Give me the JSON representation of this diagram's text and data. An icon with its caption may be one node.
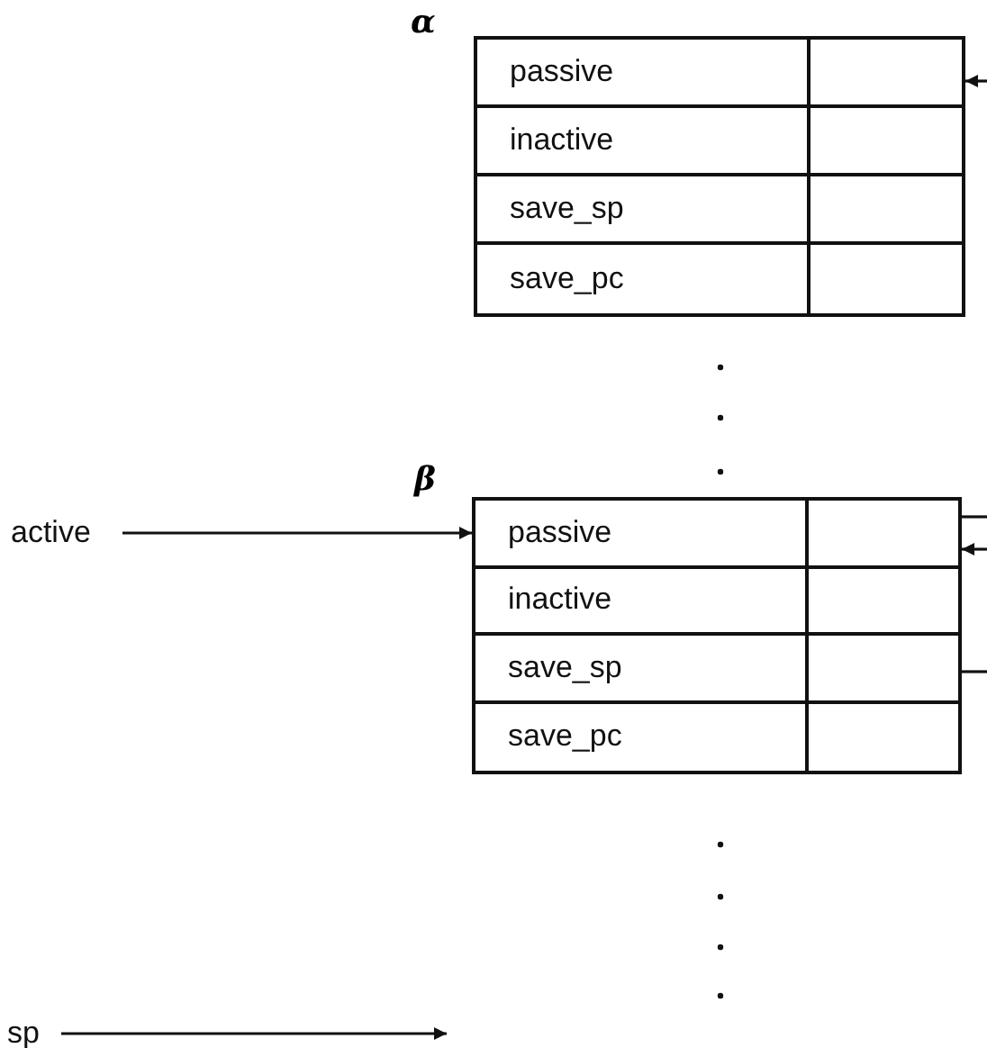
{
  "diagram": {
    "nodes": [
      {
        "text": [],
        "shape": "box",
        "beside": [
          "α"
        ]
      },
      {
        "text": [
          "passive"
        ],
        "in": 0
      },
      {
        "text": [],
        "shape": "box",
        "in": 0
      },
      {
        "text": [
          "inactive"
        ],
        "in": 0
      },
      {
        "text": [],
        "shape": "box",
        "in": 0
      },
      {
        "text": [
          "save_sp"
        ],
        "in": 0
      },
      {
        "text": [],
        "shape": "box",
        "in": 0
      },
      {
        "text": [
          "save_pc"
        ],
        "in": 0
      },
      {
        "text": [],
        "shape": "box",
        "in": 0
      },
      {
        "text": [],
        "shape": "box",
        "beside": [
          "β"
        ]
      },
      {
        "text": [
          "passive"
        ],
        "in": 9
      },
      {
        "text": [],
        "shape": "box",
        "in": 9
      },
      {
        "text": [
          "inactive"
        ],
        "in": 9
      },
      {
        "text": [],
        "shape": "box",
        "in": 9
      },
      {
        "text": [
          "save_sp"
        ],
        "in": 9
      },
      {
        "text": [],
        "shape": "box",
        "in": 9
      },
      {
        "text": [
          "save_pc"
        ],
        "in": 9
      },
      {
        "text": [],
        "shape": "box",
        "in": 9
      },
      {
        "text": [
          "active"
        ]
      },
      {
        "text": [
          "sp"
        ]
      }
    ],
    "edges": [
      {
        "from": null,
        "to": 2,
        "arrow": "to"
      },
      {
        "from": 18,
        "to": 10,
        "arrow": "to"
      },
      {
        "from": 11,
        "to": null,
        "arrow": "none"
      },
      {
        "from": null,
        "to": 11,
        "arrow": "to"
      },
      {
        "from": 15,
        "to": null,
        "arrow": "none"
      },
      {
        "from": 19,
        "to": null,
        "arrow": "to"
      }
    ]
  }
}
